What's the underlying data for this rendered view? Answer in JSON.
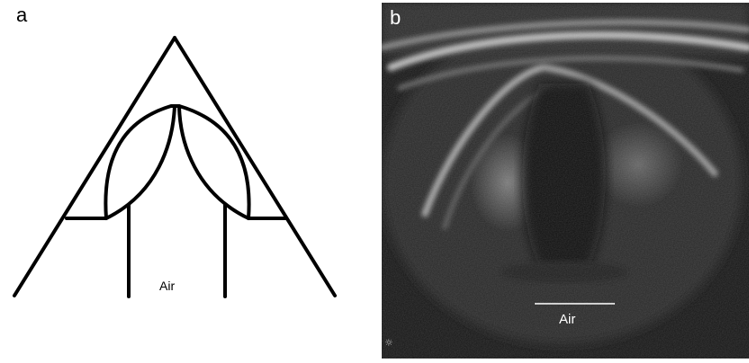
{
  "panels": {
    "a": {
      "label": "a",
      "air_label": "Air"
    },
    "b": {
      "label": "b",
      "air_label": "Air",
      "corner_mark": "☼"
    }
  },
  "colors": {
    "diagram_line": "#000000",
    "ultrasound_background": "#0c0c0c",
    "overlay_text": "#ffffff"
  }
}
